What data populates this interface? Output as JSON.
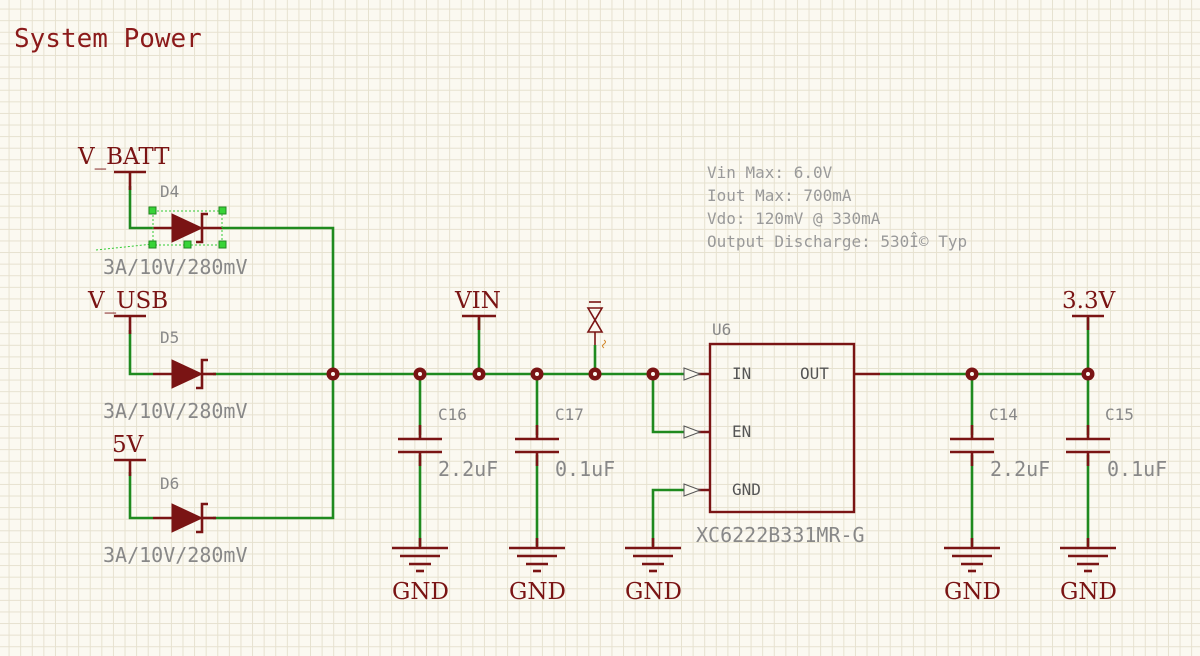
{
  "sheet": {
    "title": "System Power"
  },
  "nets": {
    "v_batt": "V_BATT",
    "v_usb": "V_USB",
    "v_5v": "5V",
    "vin": "VIN",
    "v_3v3": "3.3V",
    "gnd": "GND"
  },
  "diodes": [
    {
      "ref": "D4",
      "value": "3A/10V/280mV"
    },
    {
      "ref": "D5",
      "value": "3A/10V/280mV"
    },
    {
      "ref": "D6",
      "value": "3A/10V/280mV"
    }
  ],
  "capacitors": {
    "c16": {
      "ref": "C16",
      "value": "2.2uF"
    },
    "c17": {
      "ref": "C17",
      "value": "0.1uF"
    },
    "c14": {
      "ref": "C14",
      "value": "2.2uF"
    },
    "c15": {
      "ref": "C15",
      "value": "0.1uF"
    }
  },
  "regulator": {
    "ref": "U6",
    "part": "XC6222B331MR-G",
    "pins": {
      "in": "IN",
      "en": "EN",
      "gnd": "GND",
      "out": "OUT"
    }
  },
  "notes": [
    "Vin Max: 6.0V",
    "Iout Max: 700mA",
    "Vdo: 120mV @ 330mA",
    "Output Discharge: 530Î© Typ"
  ],
  "colors": {
    "wire": "#1f8a1f",
    "component": "#7a1414",
    "text_gray": "#888888",
    "selection": "#33cc33"
  }
}
